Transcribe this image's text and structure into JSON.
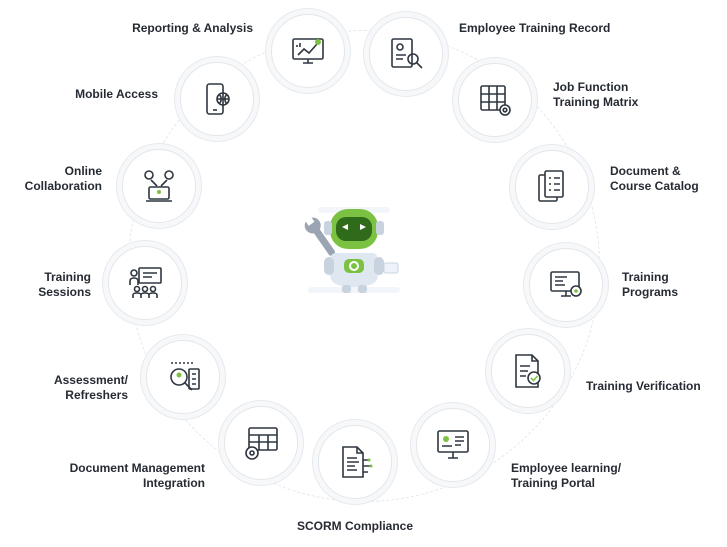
{
  "features": [
    {
      "id": "reporting",
      "lines": [
        "Reporting & Analysis"
      ],
      "icon": "reporting-chart-icon"
    },
    {
      "id": "employee-training-record",
      "lines": [
        "Employee Training Record"
      ],
      "icon": "record-search-icon"
    },
    {
      "id": "mobile-access",
      "lines": [
        "Mobile Access"
      ],
      "icon": "mobile-globe-icon"
    },
    {
      "id": "job-function-matrix",
      "lines": [
        "Job Function",
        "Training Matrix"
      ],
      "icon": "matrix-gear-icon"
    },
    {
      "id": "online-collaboration",
      "lines": [
        "Online",
        "Collaboration"
      ],
      "icon": "collaboration-icon"
    },
    {
      "id": "document-course-catalog",
      "lines": [
        "Document &",
        "Course Catalog"
      ],
      "icon": "catalog-icon"
    },
    {
      "id": "training-sessions",
      "lines": [
        "Training",
        "Sessions"
      ],
      "icon": "classroom-icon"
    },
    {
      "id": "training-programs",
      "lines": [
        "Training",
        "Programs"
      ],
      "icon": "programs-monitor-icon"
    },
    {
      "id": "assessment-refreshers",
      "lines": [
        "Assessment/",
        "Refreshers"
      ],
      "icon": "assessment-search-icon"
    },
    {
      "id": "training-verification",
      "lines": [
        "Training Verification"
      ],
      "icon": "verification-doc-icon"
    },
    {
      "id": "document-management",
      "lines": [
        "Document Management",
        "Integration"
      ],
      "icon": "doc-management-gear-icon"
    },
    {
      "id": "employee-learning-portal",
      "lines": [
        "Employee learning/",
        "Training Portal"
      ],
      "icon": "portal-monitor-icon"
    },
    {
      "id": "scorm-compliance",
      "lines": [
        "SCORM Compliance"
      ],
      "icon": "scorm-doc-icon"
    }
  ],
  "colors": {
    "accent": "#7cc242",
    "icon_stroke": "#2f3640",
    "robot_body": "#dfe7f1"
  },
  "center_icon": "robot-mascot-icon"
}
